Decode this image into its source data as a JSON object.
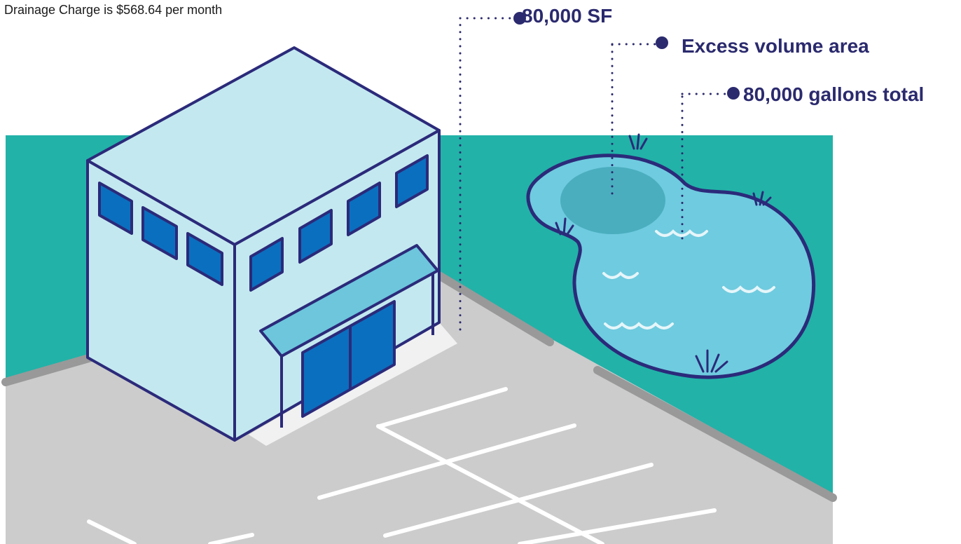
{
  "caption": "Drainage Charge is $568.64 per month",
  "callouts": {
    "area": "80,000 SF",
    "excess": "Excess volume area",
    "volume": "80,000 gallons total"
  },
  "icons": [
    "building-icon",
    "pond-icon",
    "parking-lot-icon",
    "grass-tuft-icon",
    "water-ripple-icon"
  ],
  "colors": {
    "ground_green": "#22b2a8",
    "pavement": "#cccccc",
    "curb": "#999999",
    "building_wall": "#c4e8ef",
    "outline": "#2b2a7a",
    "window_blue": "#0b6fbf",
    "awning": "#6dc6dc",
    "pond_water": "#6fcbdf",
    "excess_area": "#4aaebf",
    "callout_text": "#2b2a6e"
  }
}
